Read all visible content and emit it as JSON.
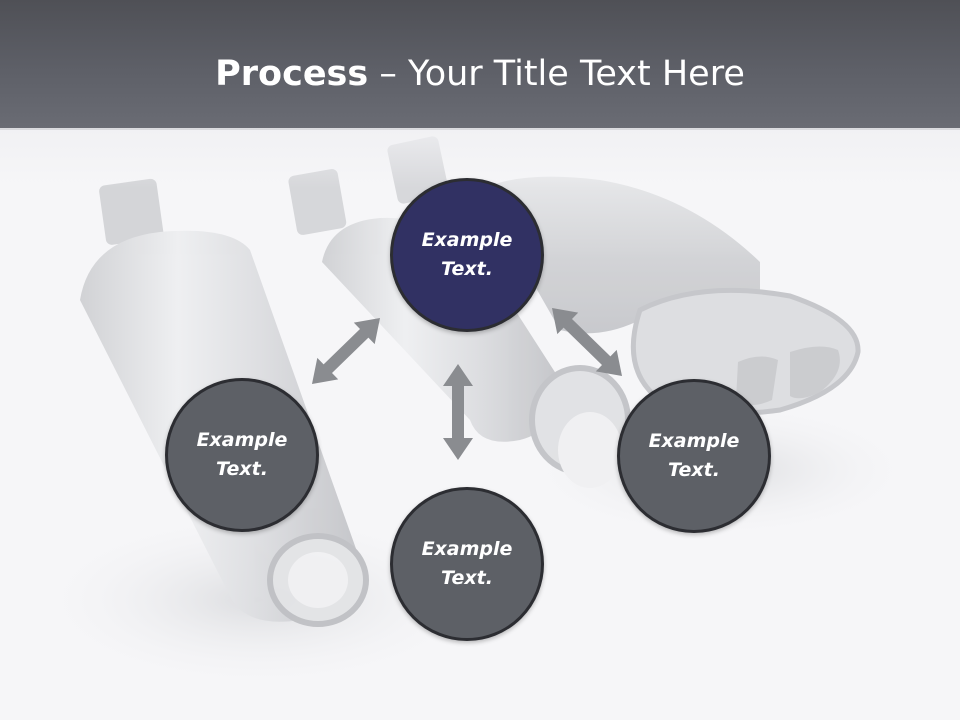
{
  "slide": {
    "title_bold": "Process",
    "title_rest": " – Your Title Text Here"
  },
  "diagram": {
    "nodes": [
      {
        "id": "top",
        "label": "Example Text.",
        "line1": "Example",
        "line2": "Text.",
        "color": "#313163",
        "highlighted": true
      },
      {
        "id": "left",
        "label": "Example Text.",
        "line1": "Example",
        "line2": "Text.",
        "color": "#5d6066"
      },
      {
        "id": "right",
        "label": "Example Text.",
        "line1": "Example",
        "line2": "Text.",
        "color": "#5d6066"
      },
      {
        "id": "bottom",
        "label": "Example Text.",
        "line1": "Example",
        "line2": "Text.",
        "color": "#5d6066"
      }
    ],
    "connectors": [
      {
        "from": "top",
        "to": "left",
        "style": "double-arrow"
      },
      {
        "from": "top",
        "to": "right",
        "style": "double-arrow"
      },
      {
        "from": "top",
        "to": "bottom",
        "style": "double-arrow"
      }
    ],
    "arrow_color": "#8a8c90"
  },
  "background": {
    "picture": "exhaust-mufflers",
    "header_color": "#55575e"
  }
}
